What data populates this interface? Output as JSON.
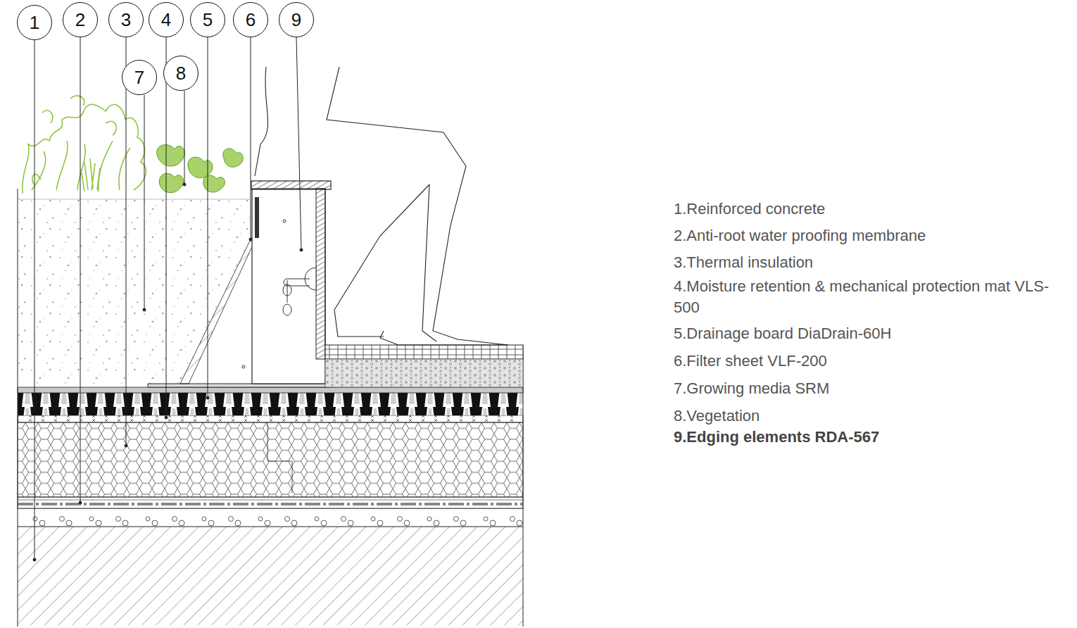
{
  "diagram": {
    "nodes": [
      {
        "text": [
          "1"
        ]
      },
      {
        "text": [
          "2"
        ]
      },
      {
        "text": [
          "3"
        ]
      },
      {
        "text": [
          "4"
        ]
      },
      {
        "text": [
          "5"
        ]
      },
      {
        "text": [
          "6"
        ]
      },
      {
        "text": [
          "9"
        ]
      },
      {
        "text": [
          "7"
        ]
      },
      {
        "text": [
          "8"
        ]
      }
    ],
    "labels": [
      "1.Reinforced concrete",
      "2.Anti-root water proofing membrane",
      "3.Thermal insulation",
      "4.Moisture retention & mechanical protection mat VLS-500",
      "5.Drainage board DiaDrain-60H",
      "6.Filter sheet VLF-200",
      "7.Growing media SRM",
      "8.Vegetation",
      "9.Edging elements RDA-567"
    ]
  }
}
